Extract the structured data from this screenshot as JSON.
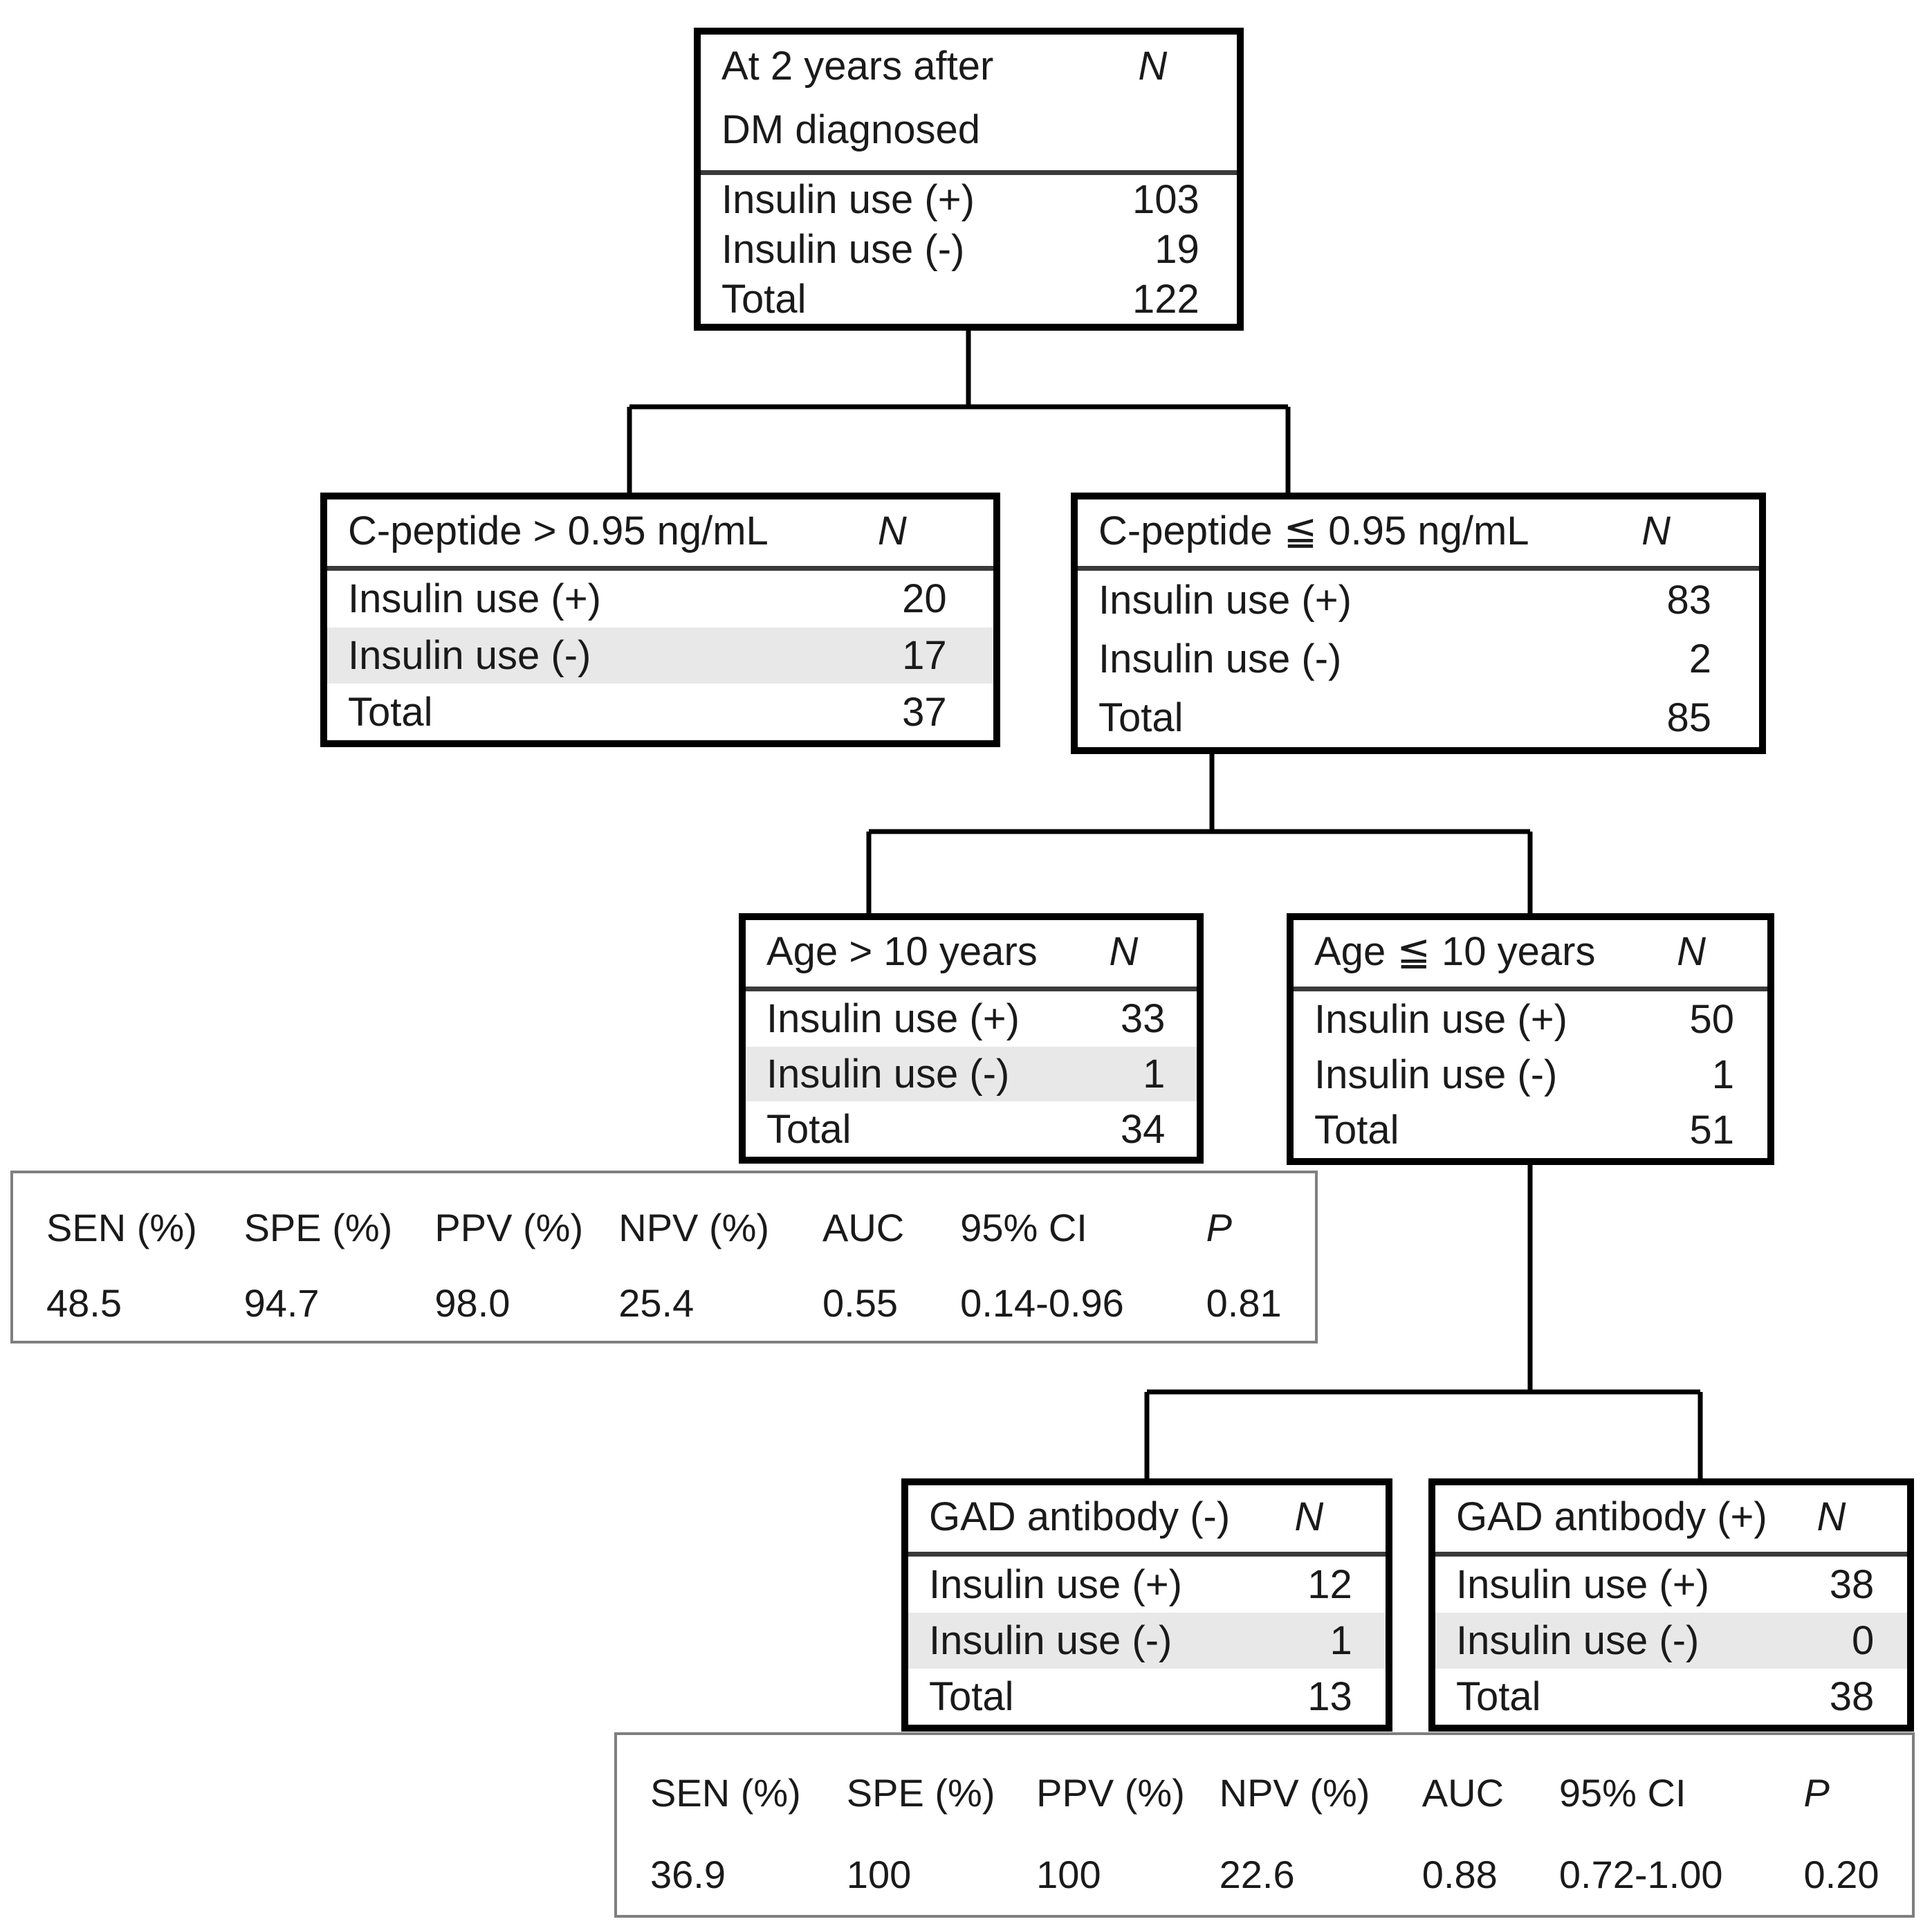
{
  "figure": {
    "background": "#ffffff",
    "text_color": "#1a1a1a",
    "box_border_color": "#000000",
    "table_border_color": "#7f7f7f",
    "shaded_row_color": "#e8e8e8"
  },
  "nodes": {
    "root": {
      "title_line1": "At 2 years after",
      "title_line2": "DM diagnosed",
      "n_header": "N",
      "rows": [
        {
          "label": "Insulin use (+)",
          "value": "103"
        },
        {
          "label": "Insulin use (-)",
          "value": "19"
        },
        {
          "label": "Total",
          "value": "122"
        }
      ]
    },
    "cpeptide_high": {
      "title": "C-peptide > 0.95 ng/mL",
      "n_header": "N",
      "rows": [
        {
          "label": "Insulin use (+)",
          "value": "20"
        },
        {
          "label": "Insulin use (-)",
          "value": "17"
        },
        {
          "label": "Total",
          "value": "37"
        }
      ]
    },
    "cpeptide_low": {
      "title": "C-peptide ≦ 0.95 ng/mL",
      "n_header": "N",
      "rows": [
        {
          "label": "Insulin use (+)",
          "value": "83"
        },
        {
          "label": "Insulin use (-)",
          "value": "2"
        },
        {
          "label": "Total",
          "value": "85"
        }
      ]
    },
    "age_high": {
      "title": "Age > 10 years",
      "n_header": "N",
      "rows": [
        {
          "label": "Insulin use (+)",
          "value": "33"
        },
        {
          "label": "Insulin use (-)",
          "value": "1"
        },
        {
          "label": "Total",
          "value": "34"
        }
      ]
    },
    "age_low": {
      "title": "Age ≦ 10 years",
      "n_header": "N",
      "rows": [
        {
          "label": "Insulin use (+)",
          "value": "50"
        },
        {
          "label": "Insulin use (-)",
          "value": "1"
        },
        {
          "label": "Total",
          "value": "51"
        }
      ]
    },
    "gad_negative": {
      "title": "GAD antibody (-)",
      "n_header": "N",
      "rows": [
        {
          "label": "Insulin use (+)",
          "value": "12"
        },
        {
          "label": "Insulin use (-)",
          "value": "1"
        },
        {
          "label": "Total",
          "value": "13"
        }
      ]
    },
    "gad_positive": {
      "title": "GAD antibody (+)",
      "n_header": "N",
      "rows": [
        {
          "label": "Insulin use (+)",
          "value": "38"
        },
        {
          "label": "Insulin use (-)",
          "value": "0"
        },
        {
          "label": "Total",
          "value": "38"
        }
      ]
    }
  },
  "stats_table_1": {
    "headers": [
      "SEN (%)",
      "SPE (%)",
      "PPV (%)",
      "NPV (%)",
      "AUC",
      "95% CI",
      "P"
    ],
    "values": [
      "48.5",
      "94.7",
      "98.0",
      "25.4",
      "0.55",
      "0.14-0.96",
      "0.81"
    ]
  },
  "stats_table_2": {
    "headers": [
      "SEN (%)",
      "SPE (%)",
      "PPV (%)",
      "NPV (%)",
      "AUC",
      "95% CI",
      "P"
    ],
    "values": [
      "36.9",
      "100",
      "100",
      "22.6",
      "0.88",
      "0.72-1.00",
      "0.20"
    ]
  }
}
